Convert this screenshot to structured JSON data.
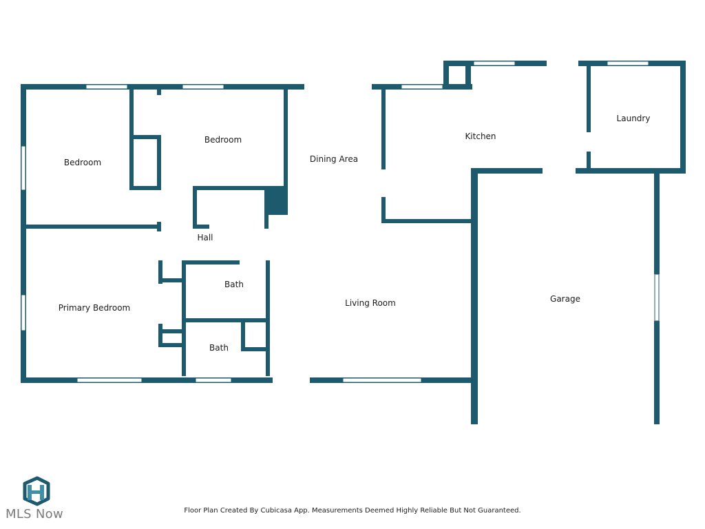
{
  "colors": {
    "wall": "#1e5a6e",
    "window": "#ffffff",
    "label": "#1a1a1a"
  },
  "rooms": {
    "bedroom_left": "Bedroom",
    "bedroom_top": "Bedroom",
    "dining_area": "Dining Area",
    "kitchen": "Kitchen",
    "laundry": "Laundry",
    "hall": "Hall",
    "bath_upper": "Bath",
    "bath_lower": "Bath",
    "primary_bedroom": "Primary Bedroom",
    "living_room": "Living Room",
    "garage": "Garage"
  },
  "footer": {
    "disclaimer": "Floor Plan Created By Cubicasa App. Measurements Deemed Highly Reliable But Not Guaranteed."
  },
  "logo": {
    "text": "MLS Now",
    "icon": "mls-now-logo-icon"
  }
}
